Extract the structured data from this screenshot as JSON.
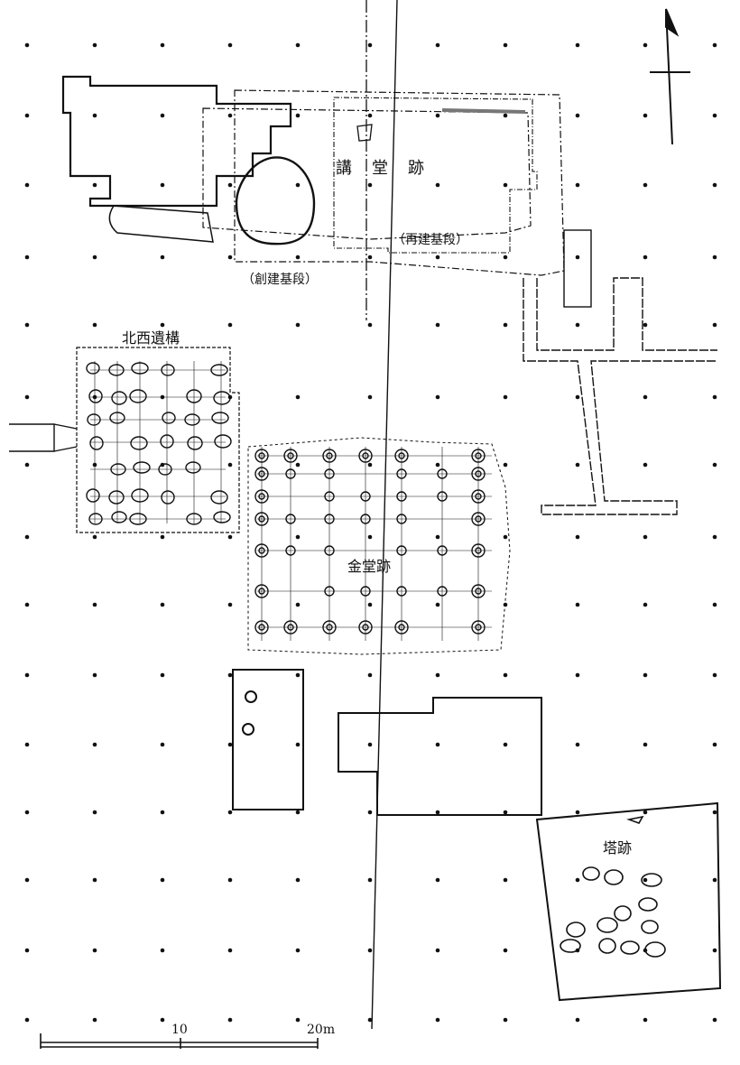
{
  "labels": {
    "lecture_hall": "講　堂　跡",
    "rebuilt_base": "（再建基段）",
    "original_base": "（創建基段）",
    "northwest_structure": "北西遺構",
    "golden_hall": "金堂跡",
    "pagoda": "塔跡"
  },
  "scale_bar": {
    "tick_mid": "10",
    "tick_end": "20m"
  },
  "north_arrow": {
    "symbol": "north-arrow"
  },
  "colors": {
    "ink": "#111111",
    "paper": "#ffffff"
  }
}
